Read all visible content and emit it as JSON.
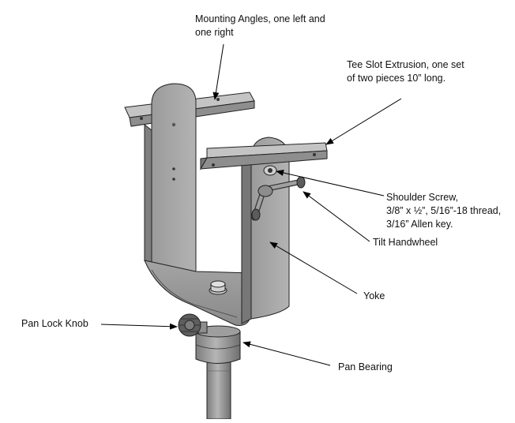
{
  "labels": {
    "mounting_angles": {
      "lines": [
        "Mounting Angles, one left and",
        "one right"
      ]
    },
    "tee_slot": {
      "lines": [
        "Tee Slot Extrusion, one set",
        "of two pieces 10” long."
      ]
    },
    "shoulder_screw": {
      "lines": [
        "Shoulder Screw,",
        "3/8” x ½”, 5/16”-18 thread,",
        "3/16” Allen key."
      ]
    },
    "tilt_handwheel": {
      "lines": [
        "Tilt Handwheel"
      ]
    },
    "yoke": {
      "lines": [
        "Yoke"
      ]
    },
    "pan_lock_knob": {
      "lines": [
        "Pan Lock Knob"
      ]
    },
    "pan_bearing": {
      "lines": [
        "Pan Bearing"
      ]
    }
  },
  "colors": {
    "metal_face": "#a9a9a9",
    "metal_light": "#c8c8c8",
    "metal_dark": "#7f7f7f",
    "outline": "#222222",
    "leader": "#000000"
  }
}
